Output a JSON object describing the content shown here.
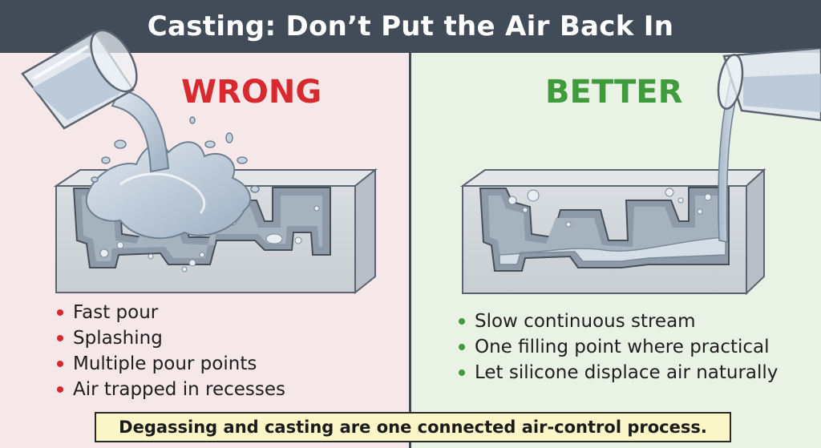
{
  "title": "Casting: Don’t Put the Air Back In",
  "left": {
    "heading": "WRONG",
    "heading_color": "#d62a2e",
    "bullets": [
      "Fast pour",
      "Splashing",
      "Multiple pour points",
      "Air trapped in recesses"
    ]
  },
  "right": {
    "heading": "BETTER",
    "heading_color": "#3f9b3c",
    "bullets": [
      "Slow continuous stream",
      "One filling point where practical",
      "Let silicone displace air naturally"
    ]
  },
  "note": "Degassing and casting are one connected air-control process.",
  "colors": {
    "header_bg": "#414c58",
    "left_bg": "#f6e7e8",
    "right_bg": "#eaf2e6",
    "note_bg": "#fbf6c8"
  },
  "icons": [
    "pouring-cup-icon",
    "mold-icon",
    "silicone-stream-icon",
    "air-bubble-icon"
  ]
}
